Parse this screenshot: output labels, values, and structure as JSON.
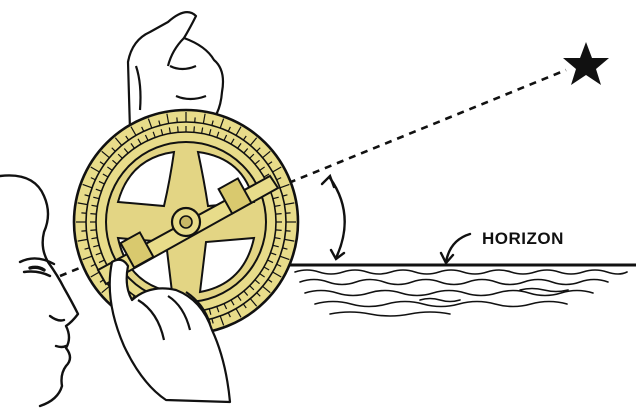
{
  "labels": {
    "horizon": "HORIZON"
  },
  "colors": {
    "astrolabe_brass": "#e8dc8a",
    "astrolabe_shadow": "#c9b866",
    "ink": "#111111",
    "background": "#ffffff"
  },
  "icons": {
    "star": "five-point-star",
    "angle": "curved-double-arrow"
  }
}
